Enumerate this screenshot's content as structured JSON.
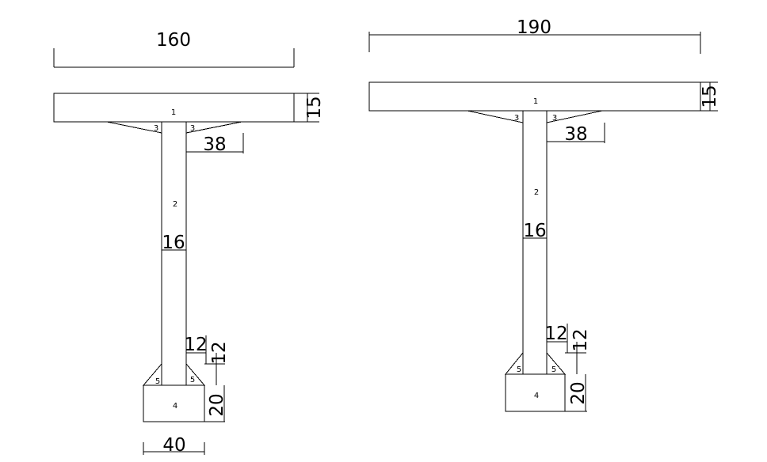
{
  "sections": [
    {
      "id": "left-section",
      "dims": {
        "flange_width": "160",
        "flange_thickness": "15",
        "haunch_width": "38",
        "web_width": "16",
        "bottom_haunch": "12",
        "bottom_haunch_height": "12",
        "bulb_height": "20",
        "bulb_width": "40"
      },
      "parts": {
        "flange": "1",
        "web": "2",
        "haunch_left": "3",
        "haunch_right": "3",
        "bulb": "4",
        "bottom_haunch_left": "5",
        "bottom_haunch_right": "5"
      }
    },
    {
      "id": "right-section",
      "dims": {
        "flange_width": "190",
        "flange_thickness": "15",
        "haunch_width": "38",
        "web_width": "16",
        "bottom_haunch": "12",
        "bottom_haunch_height": "12",
        "bulb_height": "20"
      },
      "parts": {
        "flange": "1",
        "web": "2",
        "haunch_left": "3",
        "haunch_right": "3",
        "bulb": "4",
        "bottom_haunch_left": "5",
        "bottom_haunch_right": "5"
      }
    }
  ]
}
